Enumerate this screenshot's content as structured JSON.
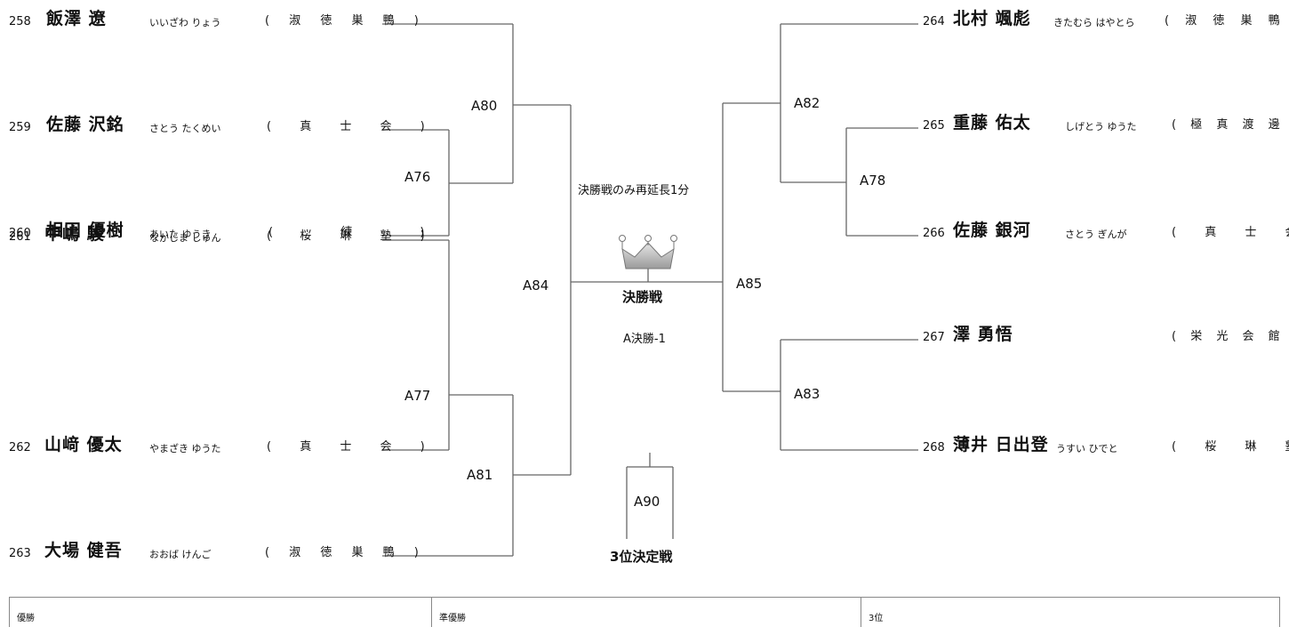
{
  "left_players": [
    {
      "num": "258",
      "name": "飯澤 遼",
      "kana": "いいざわ りょう",
      "team": "( 淑 徳 巣 鴨 )"
    },
    {
      "num": "259",
      "name": "佐藤 沢銘",
      "kana": "さとう たくめい",
      "team": "( 真 士 会 )"
    },
    {
      "num": "260",
      "name": "相田 優樹",
      "kana": "あいた ゆうき",
      "team": "( 練 )"
    },
    {
      "num": "261",
      "name": "中嶋 駿",
      "kana": "なかじま しゅん",
      "team": "( 桜 琳 塾 )"
    },
    {
      "num": "262",
      "name": "山﨑 優太",
      "kana": "やまざき ゆうた",
      "team": "( 真 士 会 )"
    },
    {
      "num": "263",
      "name": "大場 健吾",
      "kana": "おおば けんご",
      "team": "( 淑 徳 巣 鴨 )"
    }
  ],
  "right_players": [
    {
      "num": "264",
      "name": "北村 颯彪",
      "kana": "きたむら はやとら",
      "team": "( 淑 徳 巣 鴨 )"
    },
    {
      "num": "265",
      "name": "重藤 佑太",
      "kana": "しげとう ゆうた",
      "team": "( 極 真 渡 邊 )"
    },
    {
      "num": "266",
      "name": "佐藤 銀河",
      "kana": "さとう ぎんが",
      "team": "( 真 士 会 )"
    },
    {
      "num": "267",
      "name": "澤 勇悟",
      "kana": "",
      "team": "( 栄 光 会 館 )"
    },
    {
      "num": "268",
      "name": "薄井 日出登",
      "kana": "うすい ひでと",
      "team": "( 桜 琳 塾 )"
    }
  ],
  "matches": {
    "a76": "A76",
    "a77": "A77",
    "a78": "A78",
    "a80": "A80",
    "a81": "A81",
    "a82": "A82",
    "a83": "A83",
    "a84": "A84",
    "a85": "A85",
    "a90": "A90"
  },
  "center": {
    "note": "決勝戦のみ再延長1分",
    "final_title": "決勝戦",
    "final_code": "A決勝-1",
    "third_place": "3位決定戦"
  },
  "results": {
    "winner": "優勝",
    "runner_up": "準優勝",
    "third": "3位"
  }
}
